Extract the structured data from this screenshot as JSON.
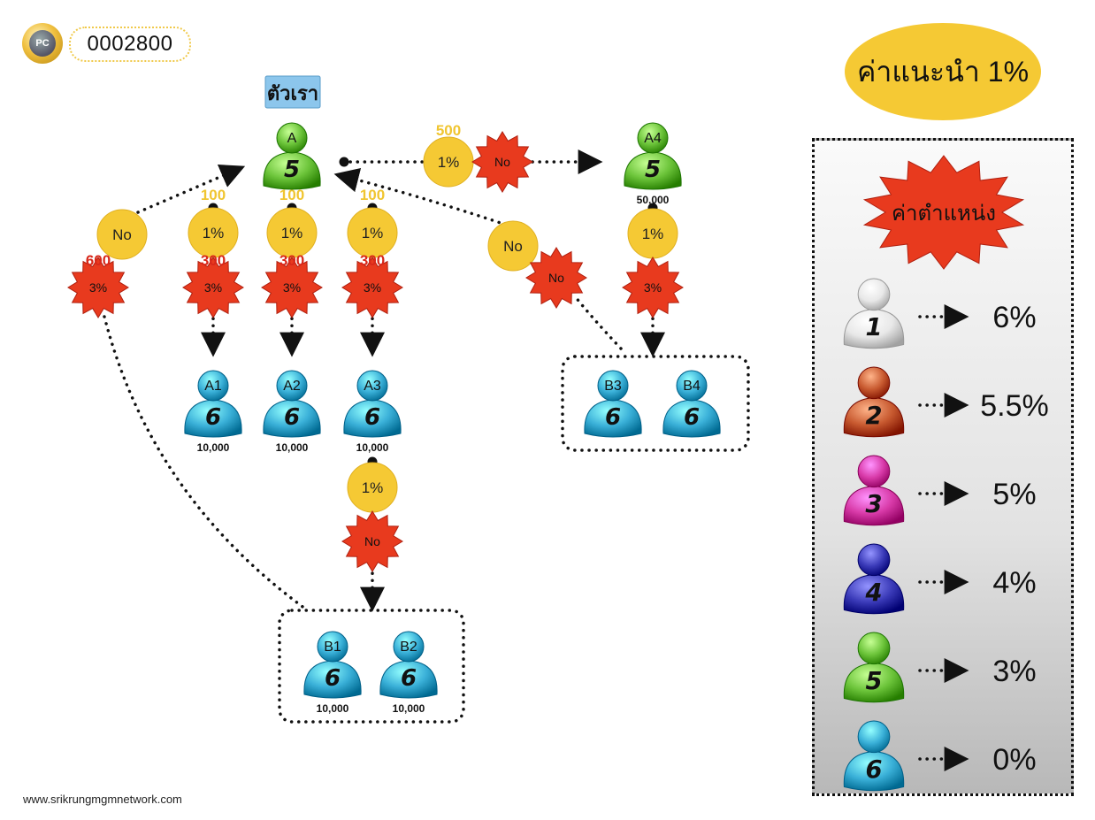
{
  "header": {
    "coin_logo_text": "PC",
    "coin_counter": "0002800"
  },
  "referral_bubble": "ค่าแนะนำ 1%",
  "us_label": "ตัวเรา",
  "position_panel": {
    "title": "ค่าตำแหน่ง",
    "levels": [
      {
        "rank": "1",
        "color": "#e8e8e8",
        "percent": "6%"
      },
      {
        "rank": "2",
        "color": "#c85a30",
        "percent": "5.5%"
      },
      {
        "rank": "3",
        "color": "#d83aa8",
        "percent": "5%"
      },
      {
        "rank": "4",
        "color": "#3a3ab8",
        "percent": "4%"
      },
      {
        "rank": "5",
        "color": "#6cc43a",
        "percent": "3%"
      },
      {
        "rank": "6",
        "color": "#3ab0d8",
        "percent": "0%"
      }
    ]
  },
  "nodes": {
    "A": {
      "label": "A",
      "rank": "5",
      "value": ""
    },
    "A4": {
      "label": "A4",
      "rank": "5",
      "value": "50,000"
    },
    "A1": {
      "label": "A1",
      "rank": "6",
      "value": "10,000"
    },
    "A2": {
      "label": "A2",
      "rank": "6",
      "value": "10,000"
    },
    "A3": {
      "label": "A3",
      "rank": "6",
      "value": "10,000"
    },
    "B1": {
      "label": "B1",
      "rank": "6",
      "value": "10,000"
    },
    "B2": {
      "label": "B2",
      "rank": "6",
      "value": "10,000"
    },
    "B3": {
      "label": "B3",
      "rank": "6",
      "value": ""
    },
    "B4": {
      "label": "B4",
      "rank": "6",
      "value": ""
    }
  },
  "badges": {
    "no_label": "No",
    "one_percent": "1%",
    "three_percent": "3%"
  },
  "amounts": {
    "a4_referral": "500",
    "a1_referral": "100",
    "a2_referral": "100",
    "a3_referral": "100",
    "left_position": "600",
    "a1_position": "300",
    "a2_position": "300",
    "a3_position": "300"
  },
  "colors": {
    "yellow": "#f5c934",
    "red": "#e83a1e",
    "amount_yellow": "#f0c530",
    "amount_red": "#d8281a"
  },
  "footer": "www.srikrungmgmnetwork.com"
}
